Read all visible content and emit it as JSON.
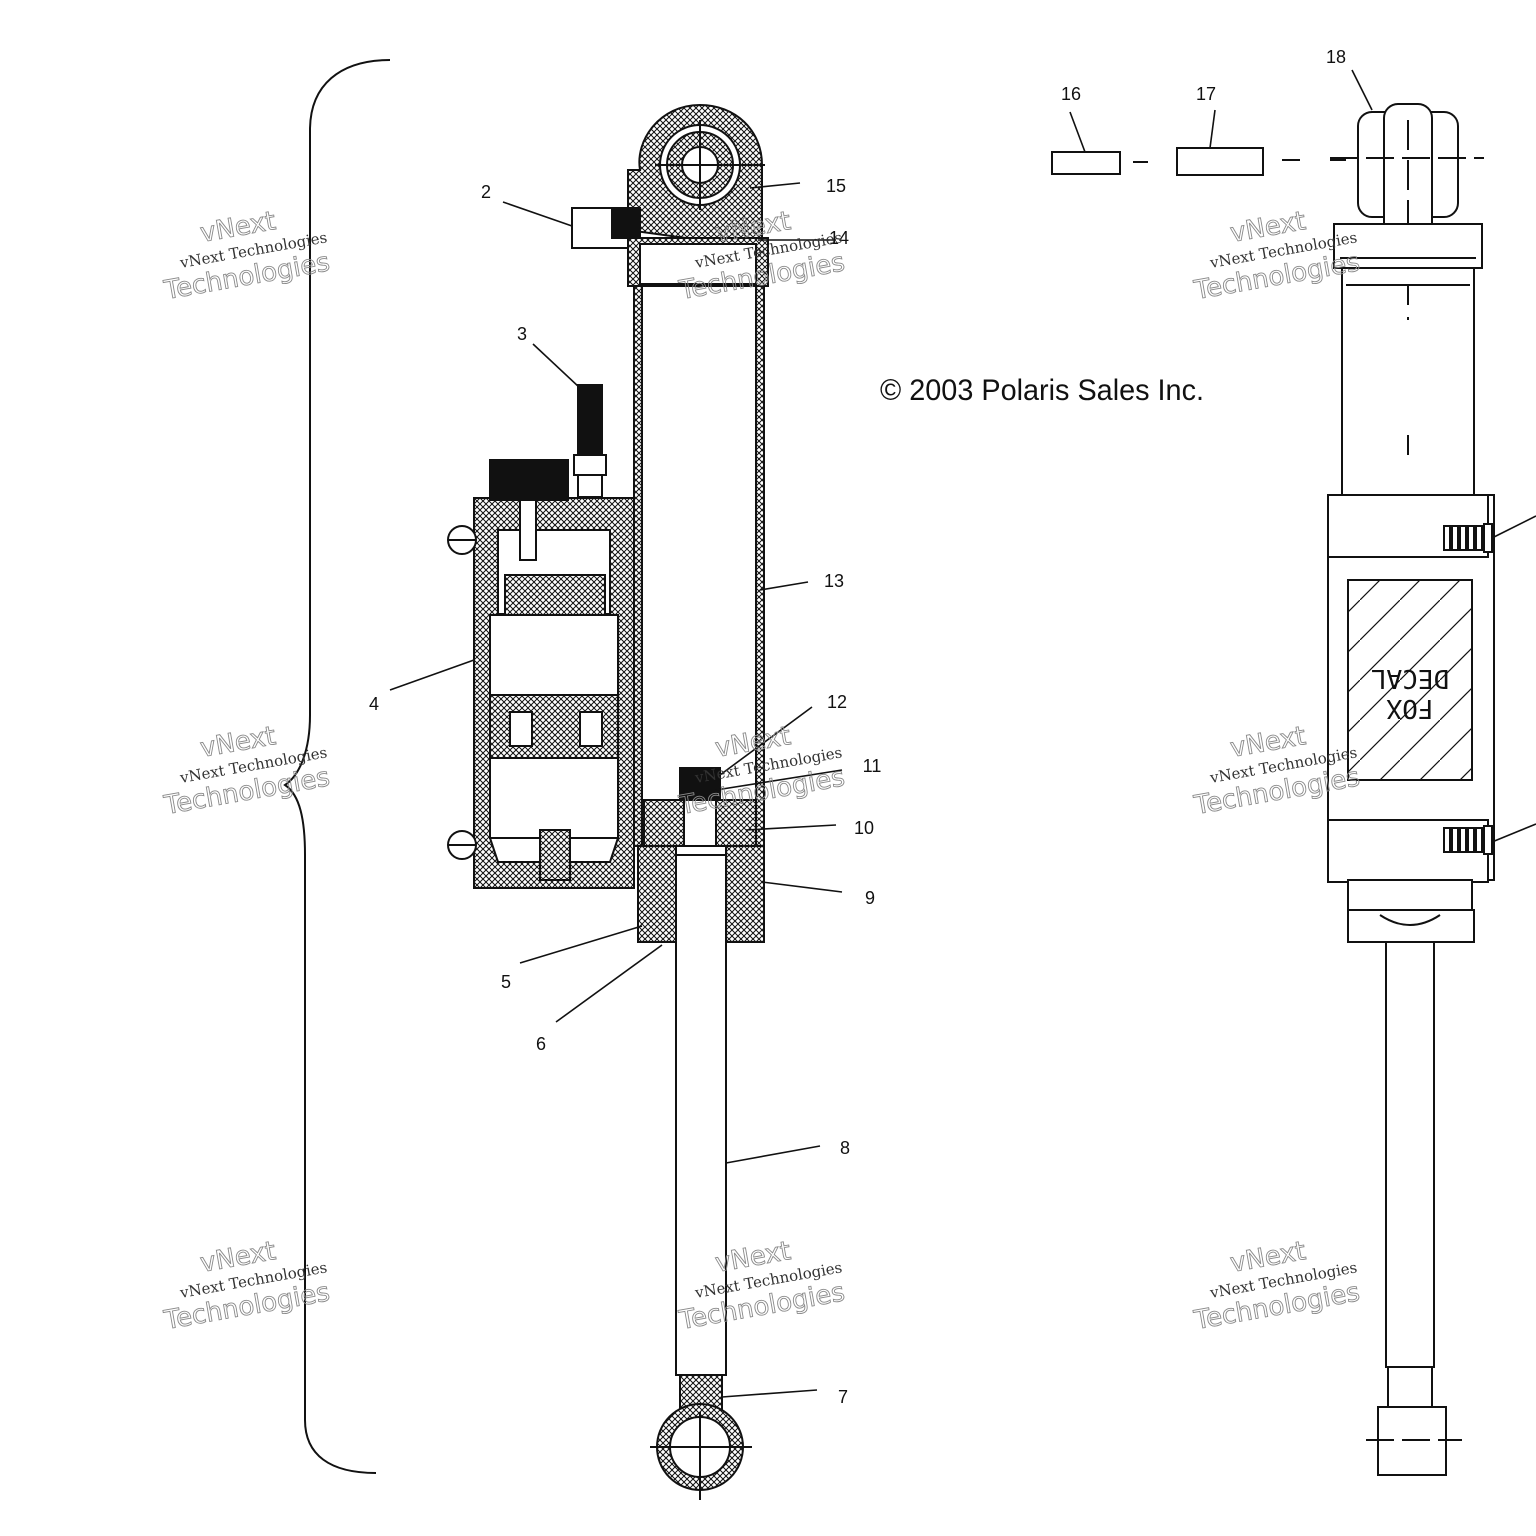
{
  "copyright": "© 2003 Polaris Sales Inc.",
  "decal_lines": [
    "FOX",
    "DECAL"
  ],
  "watermark": {
    "line1": "vNext Technologies",
    "line2": "vNext",
    "line3": "Technologies"
  },
  "callouts": {
    "c2": "2",
    "c3": "3",
    "c4": "4",
    "c5": "5",
    "c6": "6",
    "c7": "7",
    "c8": "8",
    "c9": "9",
    "c10": "10",
    "c11": "11",
    "c12": "12",
    "c13": "13",
    "c14": "14",
    "c15": "15",
    "c16": "16",
    "c17": "17",
    "c18": "18"
  }
}
